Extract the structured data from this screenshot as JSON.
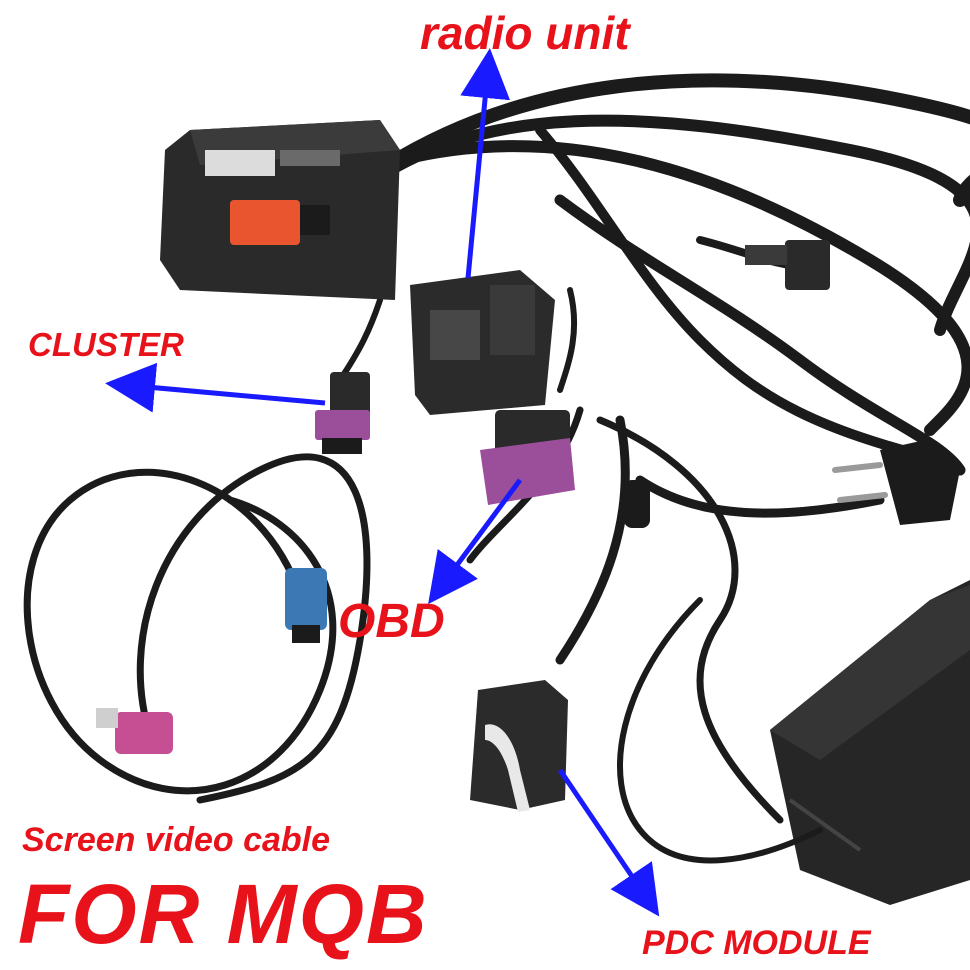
{
  "labels": {
    "radio_unit": "radio unit",
    "cluster": "CLUSTER",
    "obd": "OBD",
    "screen_video_cable": "Screen video cable",
    "for_mqb": "FOR MQB",
    "pdc_module": "PDC MODULE"
  },
  "colors": {
    "label_text": "#e8121b",
    "arrow": "#1a1aff",
    "cable": "#1b1b1b",
    "connector_purple": "#9b4f9a",
    "connector_blue": "#3c79b4",
    "connector_pink": "#c64f93",
    "connector_orange": "#e9552e",
    "module_body": "#2a2a2a",
    "power_adapter": "#232323",
    "background": "#ffffff"
  }
}
